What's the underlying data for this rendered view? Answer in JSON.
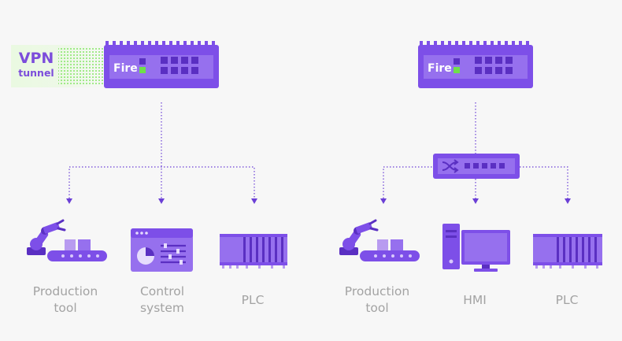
{
  "colors": {
    "accent": "#7d4fe8",
    "accent_dark": "#5a2fc2",
    "accent_light": "#b89bf0",
    "vpn_green": "#6ee04a",
    "label": "#a3a3a3",
    "line": "#6b3fd6"
  },
  "vpn": {
    "title": "VPN",
    "subtitle": "tunnel"
  },
  "left_network": {
    "firewall_label": "Fire",
    "devices": [
      {
        "icon": "robot-arm-conveyor-icon",
        "label": "Production\ntool"
      },
      {
        "icon": "control-window-icon",
        "label": "Control\nsystem"
      },
      {
        "icon": "plc-rack-icon",
        "label": "PLC"
      }
    ]
  },
  "right_network": {
    "firewall_label": "Fire",
    "switch_icon": "shuffle-icon",
    "devices": [
      {
        "icon": "robot-arm-conveyor-icon",
        "label": "Production\ntool"
      },
      {
        "icon": "hmi-computer-icon",
        "label": "HMI"
      },
      {
        "icon": "plc-rack-icon",
        "label": "PLC"
      }
    ]
  }
}
